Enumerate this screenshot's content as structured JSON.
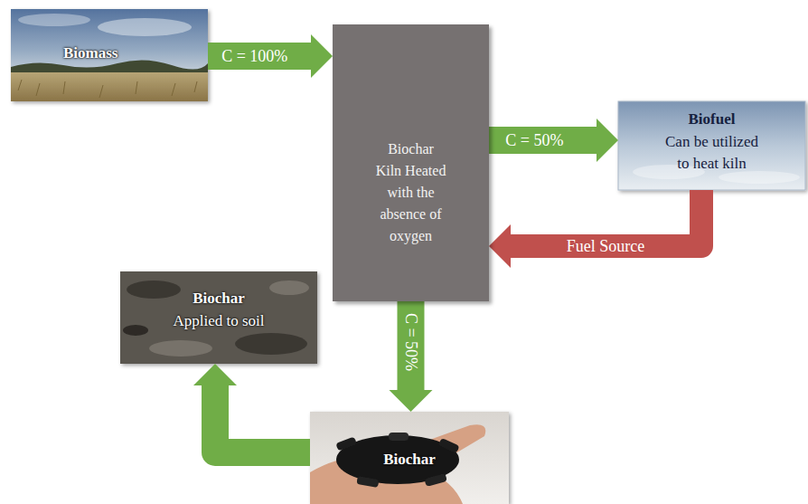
{
  "diagram": {
    "nodes": [
      {
        "text": [
          "Biomass"
        ]
      },
      {
        "text": [
          "Biochar Kiln Heated with the absence of oxygen"
        ]
      },
      {
        "text": [
          "Biofuel",
          "Can be utilized to heat kiln"
        ]
      },
      {
        "text": [
          "Biochar",
          "Applied to soil"
        ]
      },
      {
        "text": [
          "Biochar"
        ]
      }
    ],
    "edges": [
      {
        "from": 0,
        "to": 1,
        "arrow": "to",
        "label": "C = 100%"
      },
      {
        "from": 1,
        "to": 2,
        "arrow": "to",
        "label": "C = 50%"
      },
      {
        "from": 2,
        "to": 1,
        "arrow": "to",
        "label": "Fuel Source"
      },
      {
        "from": 1,
        "to": 4,
        "arrow": "to",
        "label": "C = 50%"
      },
      {
        "from": 4,
        "to": 3,
        "arrow": "to"
      }
    ]
  }
}
